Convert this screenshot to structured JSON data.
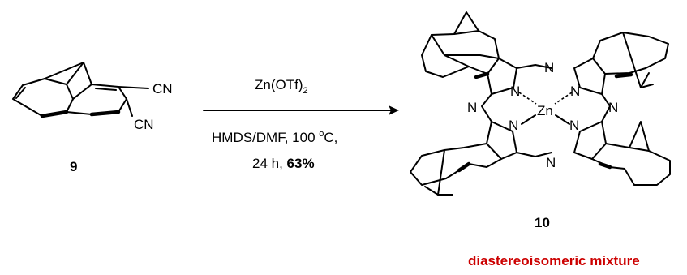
{
  "reactant": {
    "label": "9",
    "substituent_top": "CN",
    "substituent_bottom": "CN"
  },
  "conditions": {
    "reagent_main": "Zn(OTf)",
    "reagent_sub": "2",
    "line1": "HMDS/DMF, 100 ",
    "degree": "o",
    "line1_end": "C,",
    "line2_start": "24 h, ",
    "yield": "63%"
  },
  "product": {
    "label": "10",
    "metal": "Zn",
    "nitrogen": "N",
    "note": "diastereoisomeric mixture",
    "note_color": "#cc0000"
  }
}
